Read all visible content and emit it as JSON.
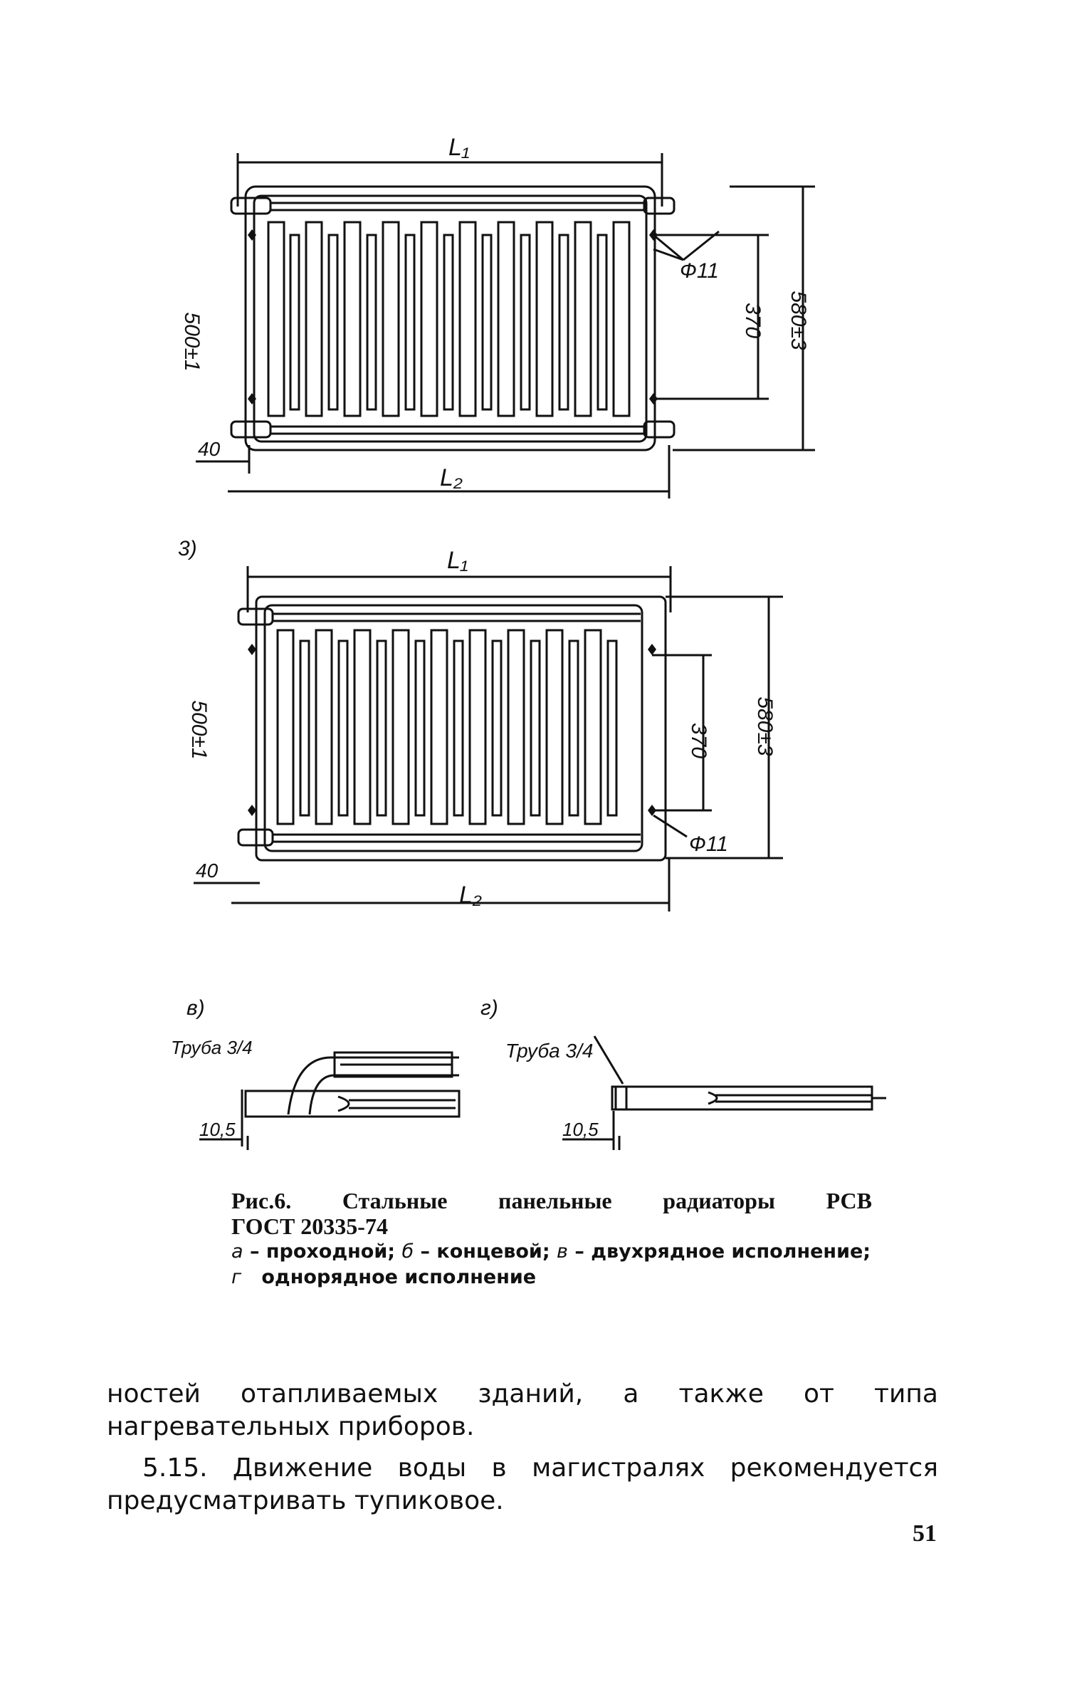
{
  "figure": {
    "panel_a": {
      "dim_top": "L₁",
      "dim_bottom": "L₂",
      "dim_height": "500±1",
      "dim_overall": "580±3",
      "dim_holes": "370",
      "dim_hole_dia": "Ф11",
      "dim_offset": "40"
    },
    "panel_b": {
      "label": "3)",
      "dim_top": "L₁",
      "dim_bottom": "L₂",
      "dim_height": "500±1",
      "dim_overall": "580±3",
      "dim_holes": "370",
      "dim_hole_dia": "Ф11",
      "dim_offset": "40"
    },
    "panel_c": {
      "label": "в)",
      "pipe": "Труба 3/4",
      "dim": "10,5"
    },
    "panel_d": {
      "label": "г)",
      "pipe": "Труба 3/4",
      "dim": "10,5"
    }
  },
  "caption": {
    "fig_num": "Рис.6.",
    "word1": "Стальные",
    "word2": "панельные",
    "word3": "радиаторы",
    "word4": "РСВ",
    "standard": "ГОСТ 20335-74",
    "legend_a_key": "а",
    "legend_a": " – проходной; ",
    "legend_b_key": "б",
    "legend_b": " – концевой; ",
    "legend_v_key": "в",
    "legend_v": " – двухрядное исполнение;",
    "legend_g_key": "г",
    "legend_g": "   однорядное исполнение"
  },
  "body": {
    "para1": "ностей отапливаемых зданий, а также от типа нагревательных приборов.",
    "para2": "5.15. Движение воды в магистралях рекомендуется предусматривать тупиковое."
  },
  "page_number": "51"
}
